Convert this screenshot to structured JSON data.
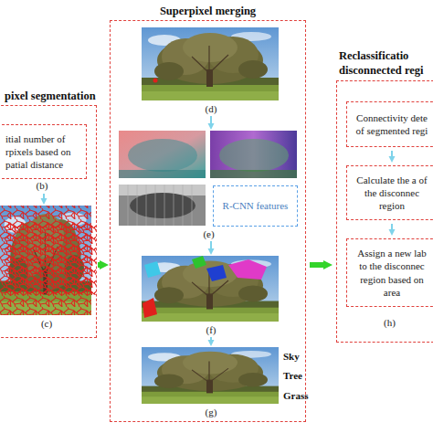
{
  "diagram": {
    "nodes": [
      {
        "text": [
          "pixel segmentation"
        ]
      },
      {
        "text": [
          "itial number of rpixels based on patial distance",
          "(b)"
        ],
        "in": 0
      },
      {
        "text": [
          "(c)"
        ],
        "in": 0
      },
      {
        "text": [
          "Superpixel merging"
        ]
      },
      {
        "text": [
          "(d)"
        ],
        "in": 3
      },
      {
        "text": [
          "(e)"
        ],
        "in": 3
      },
      {
        "text": [
          "R-CNN features"
        ],
        "in": 5
      },
      {
        "text": [
          "(f)"
        ],
        "in": 3
      },
      {
        "text": [
          "(g)"
        ],
        "in": 3
      },
      {
        "text": [
          "Reclassificatio disconnected regi"
        ]
      },
      {
        "text": [
          "Connectivity dete of segmented regi"
        ],
        "in": 9
      },
      {
        "text": [
          "Calculate the a of the disconnec region"
        ],
        "in": 9
      },
      {
        "text": [
          "Assign a new lab to the disconnec region based on area"
        ],
        "in": 9
      }
    ],
    "edges": [
      {
        "from": 1,
        "to": 2,
        "arrow": "to"
      },
      {
        "from": 4,
        "to": 5,
        "arrow": "to"
      },
      {
        "from": 5,
        "to": 7,
        "arrow": "to"
      },
      {
        "from": 7,
        "to": 8,
        "arrow": "to"
      },
      {
        "from": 10,
        "to": 11,
        "arrow": "to"
      },
      {
        "from": 11,
        "to": 12,
        "arrow": "to"
      },
      {
        "from": 0,
        "to": 3,
        "arrow": "to"
      },
      {
        "from": 3,
        "to": 9,
        "arrow": "to"
      }
    ],
    "labels": [
      "Sky",
      "Tree",
      "Grass",
      "(h)"
    ]
  }
}
